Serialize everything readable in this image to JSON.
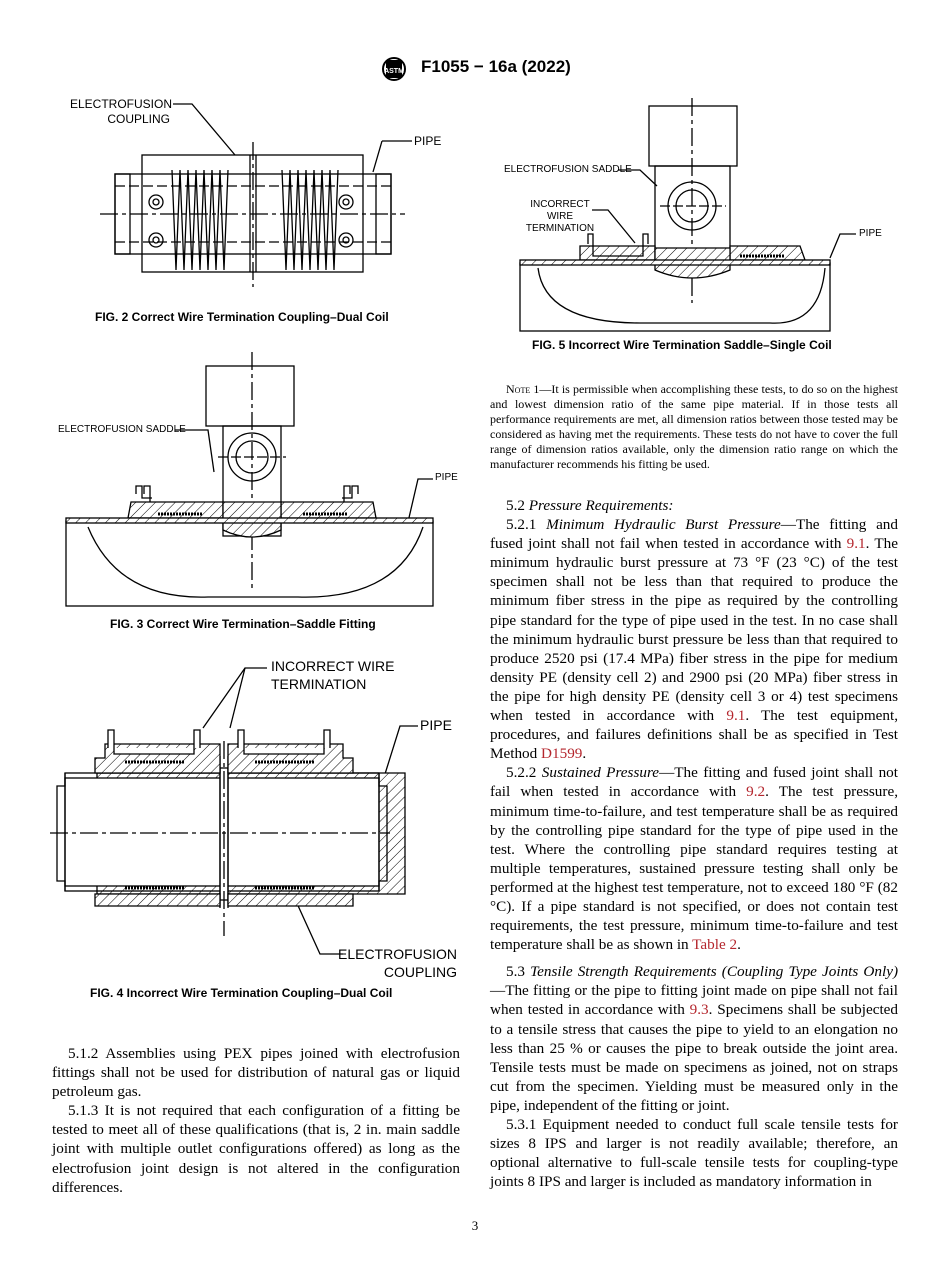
{
  "header": {
    "standard_code": "F1055 − 16a (2022)",
    "logo_text": "ASTM"
  },
  "fig2": {
    "label_coupling_1": "ELECTROFUSION",
    "label_coupling_2": "COUPLING",
    "label_pipe": "PIPE",
    "caption": "FIG. 2 Correct Wire Termination Coupling–Dual Coil"
  },
  "fig3": {
    "label_saddle": "ELECTROFUSION SADDLE",
    "label_pipe": "PIPE",
    "caption": "FIG. 3 Correct Wire Termination–Saddle Fitting"
  },
  "fig4": {
    "label_incorrect_1": "INCORRECT WIRE",
    "label_incorrect_2": "TERMINATION",
    "label_pipe": "PIPE",
    "label_coupling_1": "ELECTROFUSION",
    "label_coupling_2": "COUPLING",
    "caption": "FIG. 4 Incorrect Wire Termination Coupling–Dual Coil"
  },
  "fig5": {
    "label_saddle": "ELECTROFUSION SADDLE",
    "label_incorrect_1": "INCORRECT",
    "label_incorrect_2": "WIRE",
    "label_incorrect_3": "TERMINATION",
    "label_pipe": "PIPE",
    "caption": "FIG. 5 Incorrect Wire Termination Saddle–Single Coil"
  },
  "left_text": {
    "p512": "5.1.2 Assemblies using PEX pipes joined with electrofusion fittings shall not be used for distribution of natural gas or liquid petroleum gas.",
    "p513": "5.1.3 It is not required that each configuration of a fitting be tested to meet all of these qualifications (that is, 2 in. main saddle joint with multiple outlet configurations offered) as long as the electrofusion joint design is not altered in the configuration differences."
  },
  "note1": {
    "label": "Note 1",
    "text": "—It is permissible when accomplishing these tests, to do so on the highest and lowest dimension ratio of the same pipe material. If in those tests all performance requirements are met, all dimension ratios between those tested may be considered as having met the requirements. These tests do not have to cover the full range of dimension ratios available, only the dimension ratio range on which the manufacturer recommends his fitting be used."
  },
  "right_text": {
    "s52_num": "5.2",
    "s52_title": "Pressure Requirements:",
    "s521_num": "5.2.1",
    "s521_title": "Minimum Hydraulic Burst Pressure",
    "s521_a": "—The fitting and fused joint shall not fail when tested in accordance with ",
    "ref_91": "9.1",
    "s521_b": ". The minimum hydraulic burst pressure at 73 °F (23 °C) of the test specimen shall not be less than that required to produce the minimum fiber stress in the pipe as required by the controlling pipe standard for the type of pipe used in the test. In no case shall the minimum hydraulic burst pressure be less than that required to produce 2520 psi (17.4 MPa) fiber stress in the pipe for medium density PE (density cell 2) and 2900 psi (20 MPa) fiber stress in the pipe for high density PE (density cell 3 or 4) test specimens when tested in accordance with ",
    "s521_c": ". The test equipment, procedures, and failures definitions shall be as specified in Test Method ",
    "ref_d1599": "D1599",
    "s521_d": ".",
    "s522_num": "5.2.2",
    "s522_title": "Sustained Pressure",
    "s522_a": "—The fitting and fused joint shall not fail when tested in accordance with ",
    "ref_92": "9.2",
    "s522_b": ". The test pressure, minimum time-to-failure, and test temperature shall be as required by the controlling pipe standard for the type of pipe used in the test. Where the controlling pipe standard requires testing at multiple temperatures, sustained pressure testing shall only be performed at the highest test temperature, not to exceed 180 °F (82 °C). If a pipe standard is not specified, or does not contain test requirements, the test pressure, minimum time-to-failure and test temperature shall be as shown in ",
    "ref_table2": "Table 2",
    "s522_c": ".",
    "s53_num": "5.3",
    "s53_title": "Tensile Strength Requirements (Coupling Type Joints Only)",
    "s53_a": "—The fitting or the pipe to fitting joint made on pipe shall not fail when tested in accordance with ",
    "ref_93": "9.3",
    "s53_b": ". Specimens shall be subjected to a tensile stress that causes the pipe to yield to an elongation no less than 25 % or causes the pipe to break outside the joint area. Tensile tests must be made on specimens as joined, not on straps cut from the specimen. Yielding must be measured only in the pipe, independent of the fitting or joint.",
    "s531": "5.3.1 Equipment needed to conduct full scale tensile tests for sizes 8 IPS and larger is not readily available; therefore, an optional alternative to full-scale tensile tests for coupling-type joints 8 IPS and larger is included as mandatory information in"
  },
  "page_number": "3"
}
